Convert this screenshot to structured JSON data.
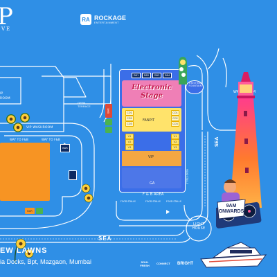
{
  "header": {
    "logo_left_letters": "P",
    "logo_left_sub": "VE",
    "partner_logo_mark": "RA",
    "partner_logo_name": "ROCKAGE",
    "partner_logo_sub": "ENTERTAINMENT"
  },
  "map": {
    "labels": {
      "vip_washroom_left_1": "IP",
      "vip_washroom_left_2": "ROOM",
      "open_terrace": "OPEN TERRACE",
      "vip_washroom": "VIP WASHROOM",
      "way_to_fb_1": "WAY TO F&B",
      "way_to_fb_2": "WAY TO F&B",
      "bar_left": "BAR",
      "bar_orange": "BAR",
      "bar_vertical": "BAR",
      "existing_fountain": "EXISTING FOUNTAIN",
      "ga_washroom": "GA WASHROOM",
      "sea_right": "SEA",
      "sea_bottom": "SEA",
      "light_house": "LIGHT HOUSE",
      "fb_area": "F & B AREA",
      "food_stall_1": "FOOD STALLS",
      "food_stall_2": "FOOD STALLS",
      "food_stall_3": "FOOD STALLS",
      "food_stall_4": "FOOD STALLS",
      "time_badge_1": "9AM",
      "time_badge_2": "ONWARDS"
    },
    "stage": {
      "title_1": "Electronic",
      "title_2": "Stage",
      "d_boxes": [
        "DB1",
        "DB2",
        "DB3",
        "DB4"
      ],
      "fanpit": "FANPIT",
      "fanpit_tables_left": [
        "CO1",
        "CO2",
        "CO3"
      ],
      "fanpit_tables_right": [
        "CO1",
        "CO2",
        "CO3"
      ],
      "vip_tables_left": [
        "V1",
        "V2",
        "V3"
      ],
      "vip_tables_right": [
        "V1",
        "V2",
        "V3"
      ],
      "vip": "VIP",
      "ga": "GA"
    }
  },
  "footer": {
    "venue_name": "EW LAWNS",
    "venue_address": "ia Docks, Bpt, Mazgaon, Mumbai",
    "sponsor_1": "SOUL FRESH",
    "sponsor_2": "CONNECT",
    "sponsor_3": "BRIGHT"
  },
  "colors": {
    "background": "#2f8fe6",
    "stage_pink": "#ef7fb6",
    "fanpit_yellow": "#ffe36b",
    "vip_orange": "#f4a742",
    "ga_blue": "#4d77e8",
    "bar_red": "#e04836"
  }
}
